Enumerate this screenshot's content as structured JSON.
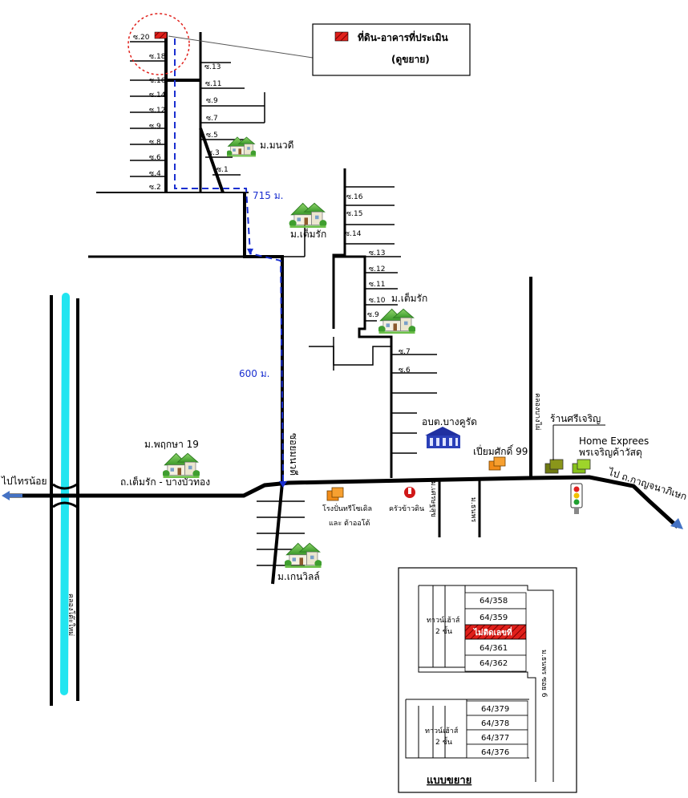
{
  "legend": {
    "subject_label": "ที่ดิน-อาคารที่ประเมิน",
    "enlarge_label": "(ดูขยาย)",
    "subject_color": "#e0201b"
  },
  "colors": {
    "road": "#000000",
    "route": "#1a2fd0",
    "canal": "#22e5f0",
    "focus_circle": "#e0201b",
    "arrow": "#4472c4"
  },
  "distances": {
    "first": "715 ม.",
    "second": "600 ม."
  },
  "left_sois": [
    "ซ.20",
    "ซ.18",
    "ซ.16",
    "ซ.14",
    "ซ.12",
    "ซ.9",
    "ซ.8",
    "ซ.6",
    "ซ.4",
    "ซ.2"
  ],
  "mid_sois": [
    "ซ.13",
    "ซ.11",
    "ซ.9",
    "ซ.7",
    "ซ.5",
    "ซ.3",
    "ซ.1"
  ],
  "right_sois_upper": [
    "ซ.16",
    "ซ.15",
    "ซ.14"
  ],
  "right_sois_mid": [
    "ซ.13",
    "ซ.12",
    "ซ.11",
    "ซ.10",
    "ซ.9"
  ],
  "right_sois_lower": [
    "ซ.7",
    "ซ.6"
  ],
  "places": {
    "manawadee": "ม.มนวดี",
    "temrak_top": "ม.เต็มรัก",
    "temrak_mid": "ม.เต็มรัก",
    "phruksa": "ม.พฤกษา 19",
    "kanvilla": "ม.เกนวิลล์",
    "abt": "อบต.บางคูรัด",
    "shop_sri": "ร้านศรีเจริญ",
    "home_expree": "Home Exprees",
    "phrajaroen": "พรเจริญค้าวัสดุ",
    "pianasak": "เปี่ยมศักดิ์ 99",
    "factory_l1": "โรงปั่นทรีโซเดิล",
    "factory_l2": "และ ต้าออโต้",
    "kruakhao": "ครัวข้าวดิน"
  },
  "roads": {
    "main": "ถ.เต็มรัก - บางบัวทอง",
    "soi_manawadee": "ซอยมนวดี",
    "to_left": "ไปไทรน้อย",
    "to_right": "ไป ถ.กาญจนาภิเษก",
    "canal": "คลองโต๊ะใหม่",
    "bangkrang": "คลองบางไผ่",
    "m_santhisuk": "ม.เศรษฐสุข",
    "m_thanakhan": "ม.ธนพร"
  },
  "inset": {
    "title": "แบบขยาย",
    "townhouse_label_1": "ทาวน์เฮ้าส์",
    "townhouse_label_2": "2 ชั้น",
    "street_label": "ม.ธนพร ซอย 6",
    "upper_units": [
      "64/358",
      "64/359",
      "ไม่ติดเลขที่",
      "64/361",
      "64/362"
    ],
    "lower_units": [
      "64/379",
      "64/378",
      "64/377",
      "64/376"
    ],
    "subject_index": 2
  }
}
